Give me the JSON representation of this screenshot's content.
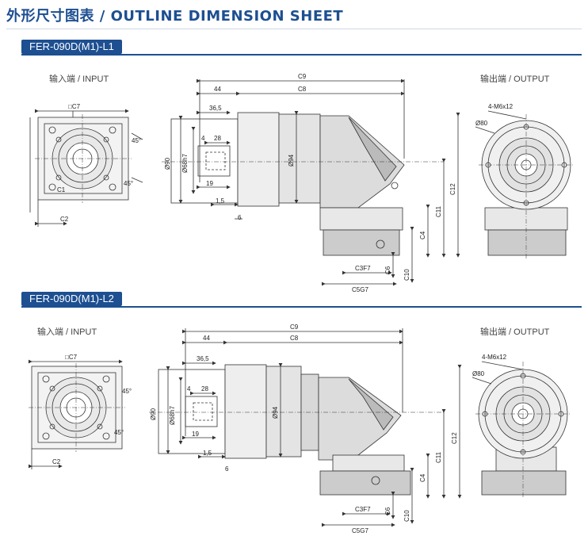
{
  "title": "外形尺寸图表 / OUTLINE DIMENSION SHEET",
  "sections": [
    {
      "model": "FER-090D(M1)-L1",
      "input_label": "输入端 / INPUT",
      "output_label": "输出端 / OUTPUT",
      "dims": {
        "c7": "□C7",
        "c1": "C1",
        "c2": "C2",
        "angle": "45°",
        "c9": "C9",
        "c8": "C8",
        "d44": "44",
        "d365": "36,5",
        "d4": "4",
        "d28": "28",
        "d90": "Ø90",
        "d68": "Ø68h7",
        "d19": "19",
        "d15": "1,5",
        "d6": "6",
        "d94": "Ø94",
        "c12": "C12",
        "c11": "C11",
        "c4": "C4",
        "c3": "C3F7",
        "c6": "C6",
        "c10": "C10",
        "c5": "C5G7",
        "bolt": "4-M6x12",
        "d80": "Ø80"
      }
    },
    {
      "model": "FER-090D(M1)-L2",
      "input_label": "输入端 / INPUT",
      "output_label": "输出端 / OUTPUT",
      "dims": {
        "c7": "□C7",
        "c2": "C2",
        "angle": "45°",
        "c9": "C9",
        "c8": "C8",
        "d44": "44",
        "d365": "36,5",
        "d4": "4",
        "d28": "28",
        "d90": "Ø90",
        "d68": "Ø68h7",
        "d19": "19",
        "d15": "1,5",
        "d6": "6",
        "d94": "Ø94",
        "c12": "C12",
        "c11": "C11",
        "c4": "C4",
        "c3": "C3F7",
        "c6": "C6",
        "c10": "C10",
        "c5": "C5G7",
        "bolt": "4-M6x12",
        "d80": "Ø80"
      }
    }
  ],
  "colors": {
    "brand": "#1d4f91",
    "line": "#333333"
  }
}
